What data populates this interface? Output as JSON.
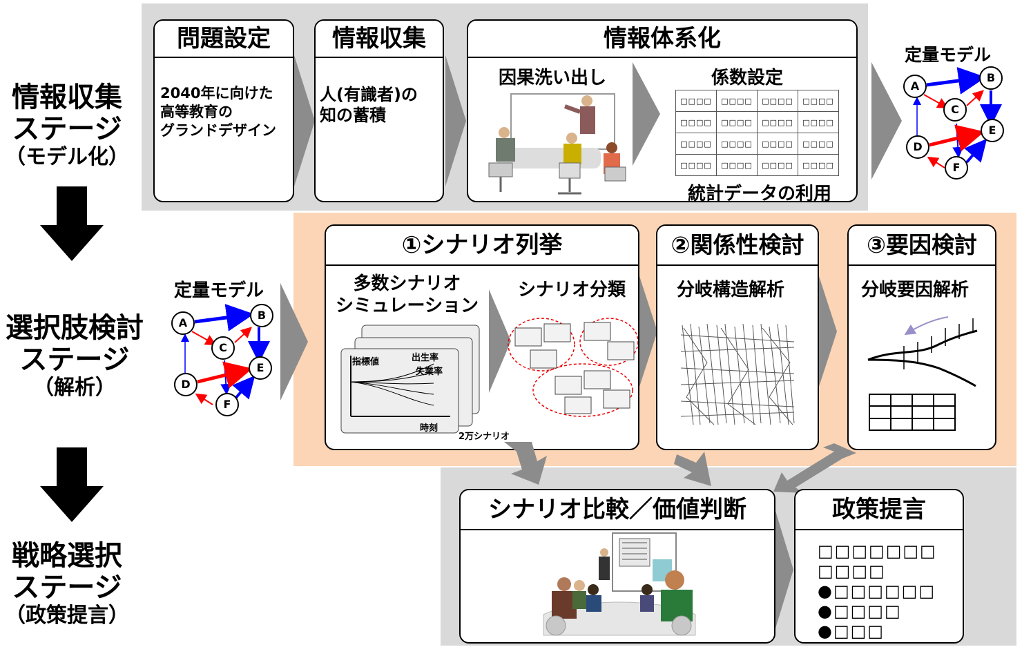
{
  "stages": {
    "info": {
      "title1": "情報収集",
      "title2": "ステージ",
      "sub": "（モデル化）"
    },
    "option": {
      "title1": "選択肢検討",
      "title2": "ステージ",
      "sub": "（解析）"
    },
    "strategy": {
      "title1": "戦略選択",
      "title2": "ステージ",
      "sub": "（政策提言）"
    }
  },
  "row1": {
    "problem": {
      "title": "問題設定",
      "body": "2040年に向けた\n高等教育の\nグランドデザイン"
    },
    "collect": {
      "title": "情報収集",
      "body": "人(有識者)の\n知の蓄積"
    },
    "system": {
      "title": "情報体系化",
      "causal": "因果洗い出し",
      "coef": "係数設定",
      "stats": "統計データの利用",
      "cell": "□□□□"
    },
    "model_label": "定量モデル"
  },
  "row2": {
    "model_label": "定量モデル",
    "enum": {
      "title": "①シナリオ列挙",
      "sim": "多数シナリオ\nシミュレーション",
      "classify": "シナリオ分類",
      "indicator": "指標値",
      "birth": "出生率",
      "unemp": "失業率",
      "time": "時刻",
      "count": "2万シナリオ"
    },
    "relation": {
      "title": "②関係性検討",
      "sub": "分岐構造解析"
    },
    "factor": {
      "title": "③要因検討",
      "sub": "分岐要因解析"
    }
  },
  "row3": {
    "compare": {
      "title": "シナリオ比較／価値判断"
    },
    "policy": {
      "title": "政策提言",
      "lines": [
        "□□□□□□□",
        "□□□□",
        "●□□□□□□",
        "●□□□□",
        "●□□□"
      ]
    }
  },
  "nodes": [
    "A",
    "B",
    "C",
    "D",
    "E",
    "F"
  ],
  "colors": {
    "gray": "#d9d9d9",
    "peach": "#fbd5b5",
    "chevron": "#8c8c8c",
    "blue": "#0000ff",
    "red": "#ff0000"
  }
}
